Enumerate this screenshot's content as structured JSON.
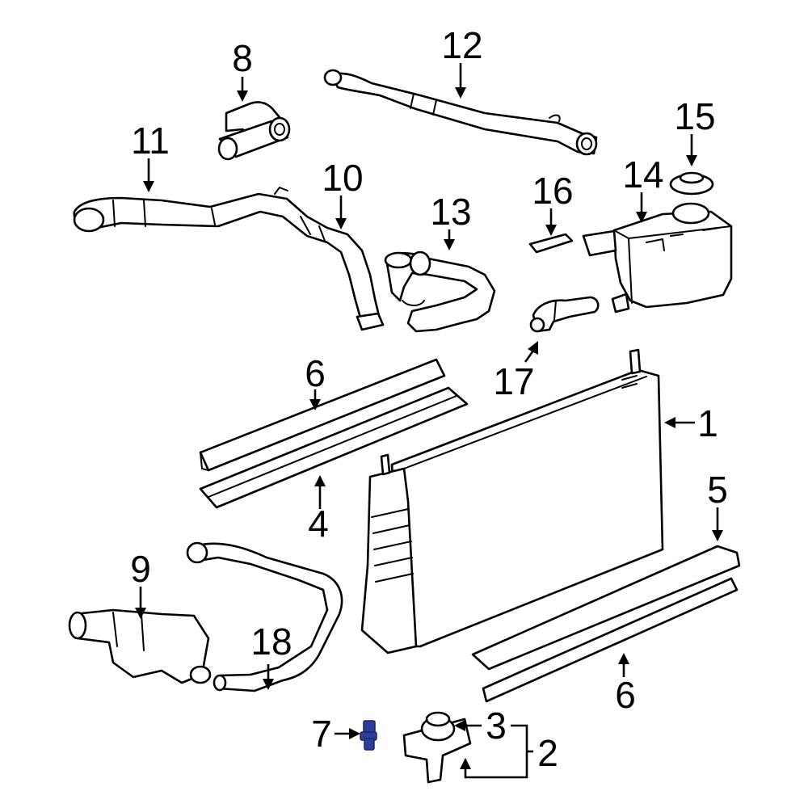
{
  "diagram": {
    "highlight_color": "#2b3f9a",
    "callouts": [
      {
        "id": "1",
        "label": "1"
      },
      {
        "id": "2",
        "label": "2"
      },
      {
        "id": "3",
        "label": "3"
      },
      {
        "id": "4",
        "label": "4"
      },
      {
        "id": "5",
        "label": "5"
      },
      {
        "id": "6a",
        "label": "6"
      },
      {
        "id": "6b",
        "label": "6"
      },
      {
        "id": "7",
        "label": "7"
      },
      {
        "id": "8",
        "label": "8"
      },
      {
        "id": "9",
        "label": "9"
      },
      {
        "id": "10",
        "label": "10"
      },
      {
        "id": "11",
        "label": "11"
      },
      {
        "id": "12",
        "label": "12"
      },
      {
        "id": "13",
        "label": "13"
      },
      {
        "id": "14",
        "label": "14"
      },
      {
        "id": "15",
        "label": "15"
      },
      {
        "id": "16",
        "label": "16"
      },
      {
        "id": "17",
        "label": "17"
      },
      {
        "id": "18",
        "label": "18"
      }
    ]
  }
}
